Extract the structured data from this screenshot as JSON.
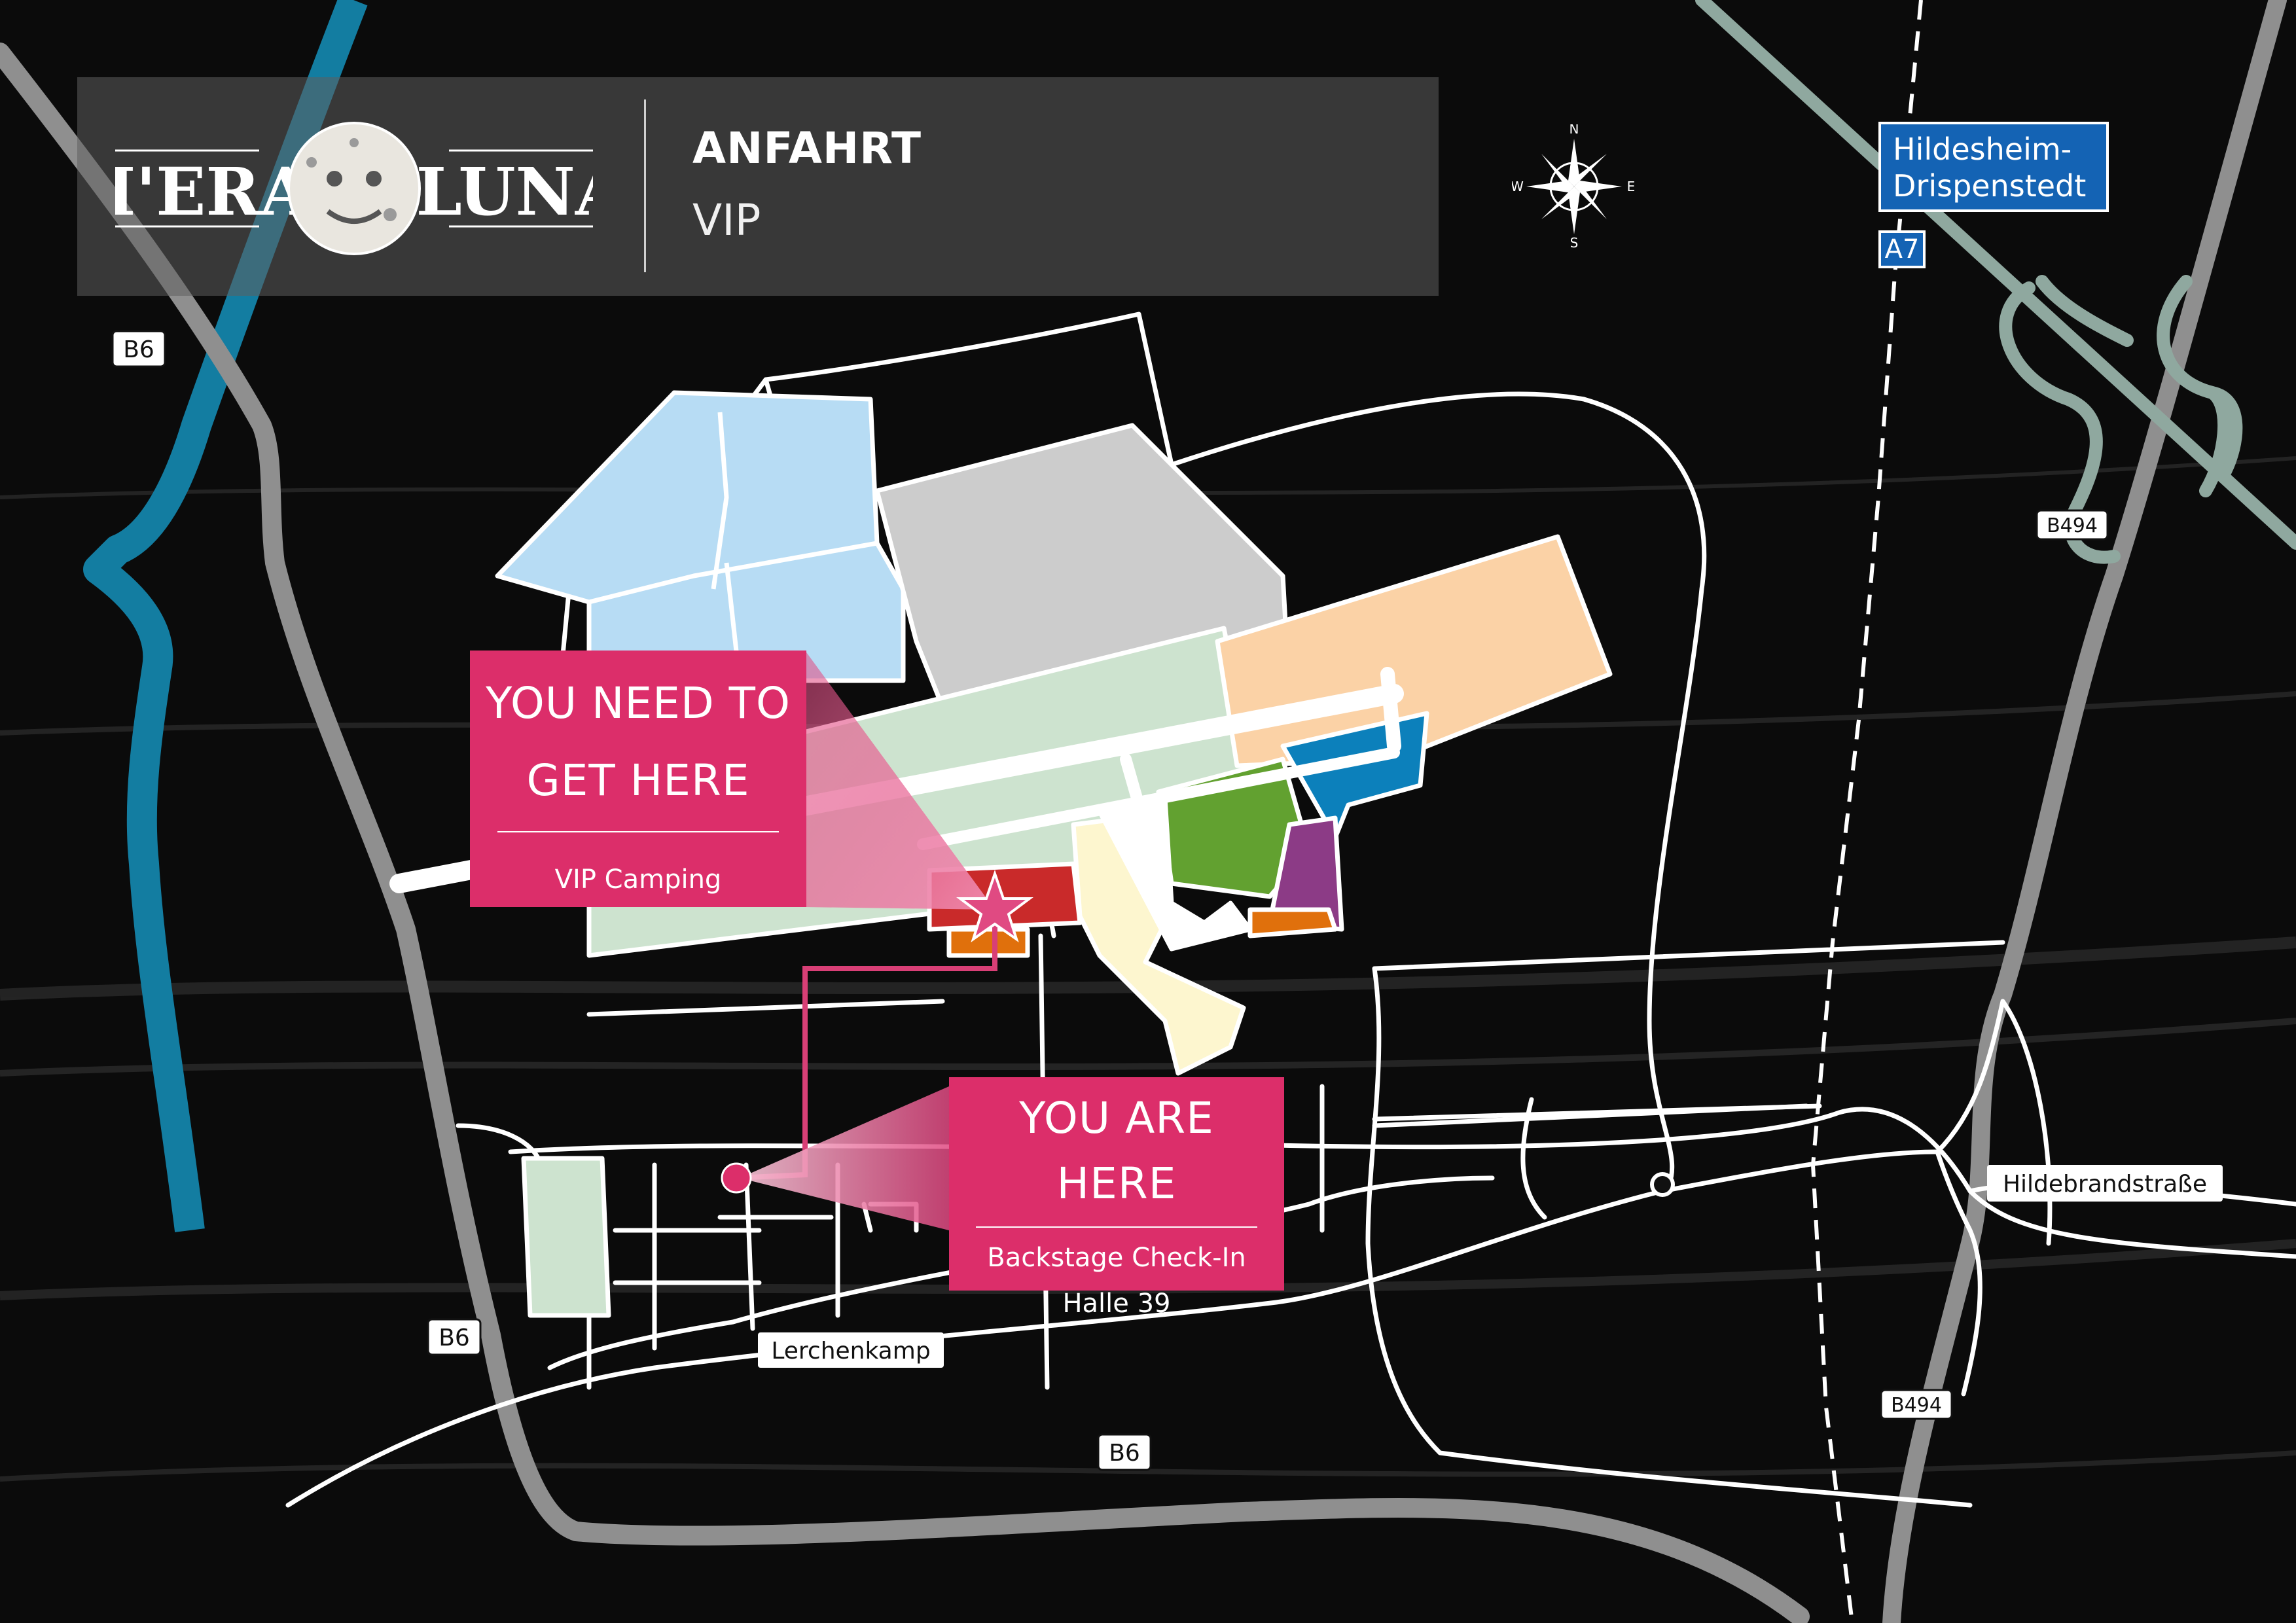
{
  "header": {
    "logo_left": "M'ERA",
    "logo_right": "LUNA",
    "title": "ANFAHRT",
    "subtitle": "VIP"
  },
  "compass": {
    "n": "N",
    "e": "E",
    "s": "S",
    "w": "W"
  },
  "destination_callout": {
    "heading_line1": "YOU NEED TO",
    "heading_line2": "GET HERE",
    "caption": "VIP Camping"
  },
  "location_callout": {
    "heading_line1": "YOU ARE",
    "heading_line2": "HERE",
    "caption_line1": "Backstage Check-In",
    "caption_line2": "Halle 39"
  },
  "highway_sign": {
    "city_line1": "Hildesheim-",
    "city_line2": "Drispenstedt",
    "route": "A7"
  },
  "road_labels": {
    "b6_top": "B6",
    "b6_west": "B6",
    "b6_south": "B6",
    "b494_north": "B494",
    "b494_south": "B494",
    "hildebrand": "Hildebrandstraße",
    "lerchenkamp": "Lerchenkamp"
  },
  "colors": {
    "background": "#0b0b0b",
    "callout": "#dc2e6a",
    "route": "#d83f76",
    "canal": "#137da1",
    "highway_sign": "#1463b4",
    "vip_camping": "#c92a2a",
    "camping_light_blue": "#b7dcf4",
    "parking_grey": "#cccccc",
    "camping_peach": "#fbd2a6",
    "camping_mint": "#cde3cf",
    "stage_green": "#62a130",
    "area_blue": "#0c80bb",
    "area_purple": "#8c3b86",
    "area_orange": "#e0700c",
    "area_cream": "#fdf6cf"
  }
}
